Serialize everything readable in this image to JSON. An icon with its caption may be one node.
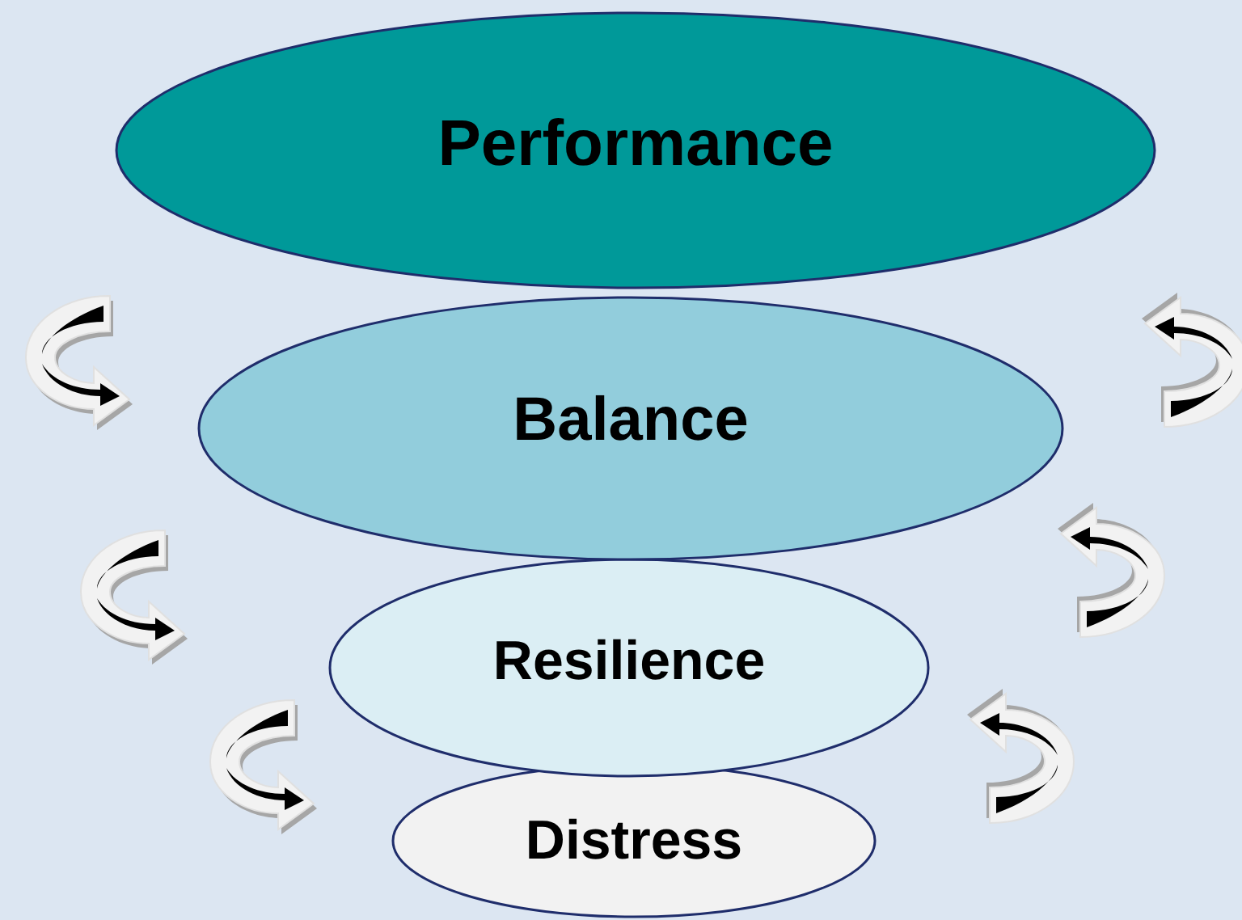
{
  "diagram": {
    "nodes": [
      {
        "text": [
          "Performance"
        ]
      },
      {
        "text": [
          "Balance"
        ]
      },
      {
        "text": [
          "Resilience"
        ]
      },
      {
        "text": [
          "Distress"
        ]
      }
    ]
  }
}
